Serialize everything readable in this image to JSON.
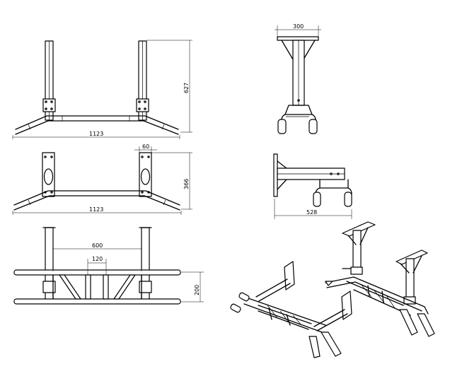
{
  "drawing": {
    "front_view": {
      "overall_width": "1123",
      "overall_height": "627"
    },
    "rear_view": {
      "overall_width": "1123",
      "bracket_width": "60",
      "height": "366"
    },
    "top_view": {
      "span": "600",
      "grip_gap": "120",
      "depth": "200"
    },
    "side_view": {
      "plate_width": "300"
    },
    "wall_view": {
      "projection": "528"
    }
  }
}
